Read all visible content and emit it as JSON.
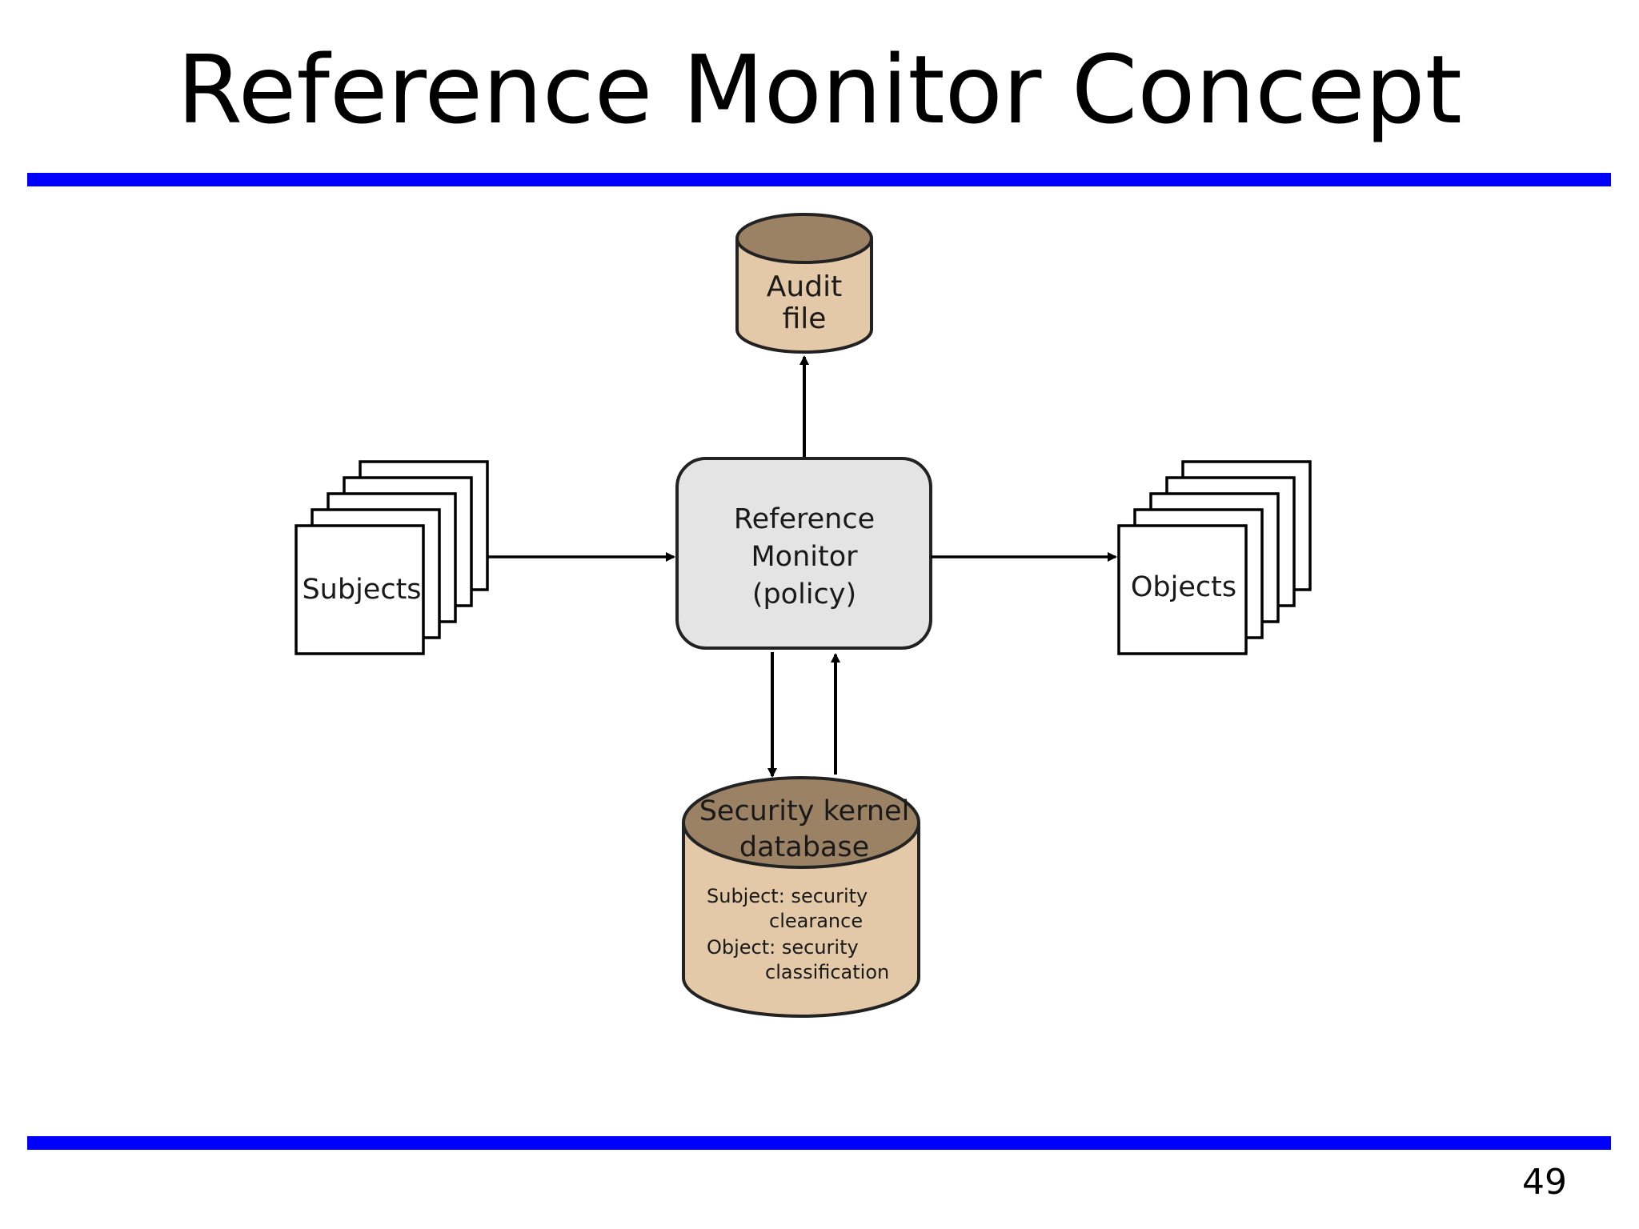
{
  "slide": {
    "title": "Reference Monitor Concept",
    "page_number": "49"
  },
  "diagram": {
    "audit_file": {
      "line1": "Audit",
      "line2": "file"
    },
    "reference_monitor": {
      "line1": "Reference",
      "line2": "Monitor",
      "line3": "(policy)"
    },
    "subjects": {
      "label": "Subjects"
    },
    "objects": {
      "label": "Objects"
    },
    "security_kernel_db": {
      "line1": "Security kernel",
      "line2": "database",
      "detail1": "Subject: security",
      "detail2": "clearance",
      "detail3": "Object: security",
      "detail4": "classification"
    }
  },
  "colors": {
    "rule": "#0000ff",
    "cylinder_top": "#9c8264",
    "cylinder_body": "#e3c9a8",
    "monitor_fill": "#e4e4e4"
  }
}
